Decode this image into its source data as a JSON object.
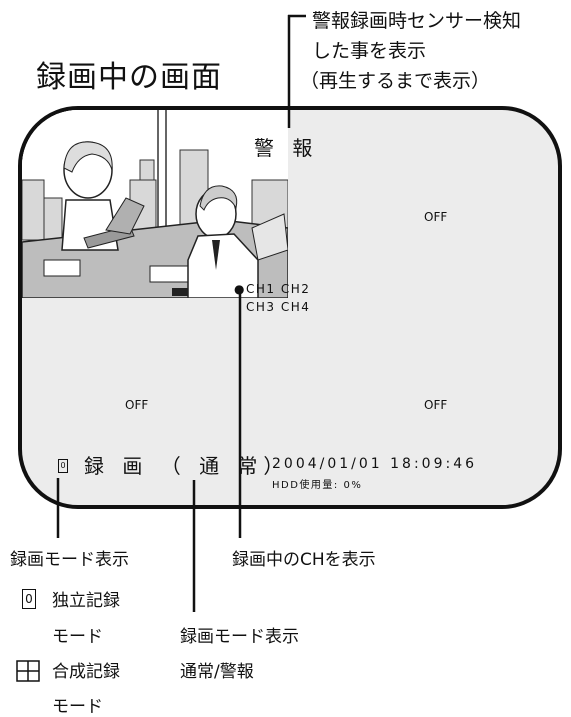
{
  "title": "録画中の画面",
  "alarm_note": {
    "line1": "警報録画時センサー検知",
    "line2": "した事を表示",
    "line3": "（再生するまで表示）"
  },
  "screen": {
    "alarm_label": "警 報",
    "off_top_right": "OFF",
    "off_bottom_left": "OFF",
    "off_bottom_right": "OFF",
    "ch_line1": "●CH1 CH2",
    "ch_line2": "CH3 CH4",
    "mode_icon": "0",
    "rec_status": "録 画 （ 通 常）",
    "datetime": "2004/01/01 18:09:46",
    "hdd": "HDD使用量:  0%"
  },
  "callouts": {
    "rec_mode_display": "録画モード表示",
    "independent_icon": "0",
    "independent_line1": "独立記録",
    "independent_line2": "モード",
    "composite_line1": "合成記録",
    "composite_line2": "モード",
    "recording_ch": "録画中のCHを表示",
    "rec_mode_display2": "録画モード表示",
    "normal_alarm": "通常/警報"
  }
}
